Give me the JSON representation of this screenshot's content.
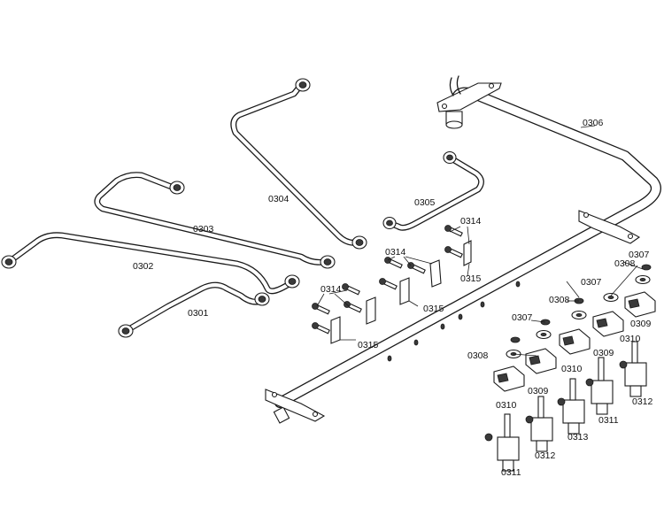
{
  "diagram": {
    "labels": {
      "l0301": "0301",
      "l0302": "0302",
      "l0303": "0303",
      "l0304": "0304",
      "l0305": "0305",
      "l0306": "0306",
      "l0307a": "0307",
      "l0307b": "0307",
      "l0307c": "0307",
      "l0308a": "0308",
      "l0308b": "0308",
      "l0308c": "0308",
      "l0309a": "0309",
      "l0309b": "0309",
      "l0309c": "0309",
      "l0310a": "0310",
      "l0310b": "0310",
      "l0310c": "0310",
      "l0311a": "0311",
      "l0311b": "0311",
      "l0312a": "0312",
      "l0312b": "0312",
      "l0313": "0313",
      "l0314a": "0314",
      "l0314b": "0314",
      "l0314c": "0314",
      "l0315a": "0315",
      "l0315b": "0315",
      "l0315c": "0315"
    }
  }
}
